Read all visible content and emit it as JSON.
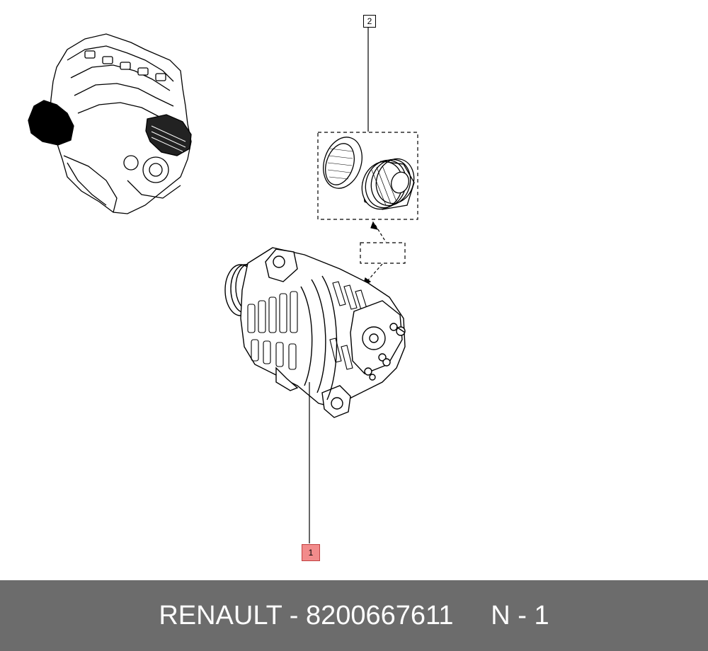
{
  "diagram": {
    "callouts": [
      {
        "number": "2",
        "highlighted": false
      },
      {
        "number": "1",
        "highlighted": true
      }
    ],
    "highlight_color": "#f28b8b"
  },
  "footer": {
    "brand": "RENAULT",
    "separator": " - ",
    "part_number": "8200667611",
    "note": "N - 1",
    "background": "#6c6c6c"
  }
}
